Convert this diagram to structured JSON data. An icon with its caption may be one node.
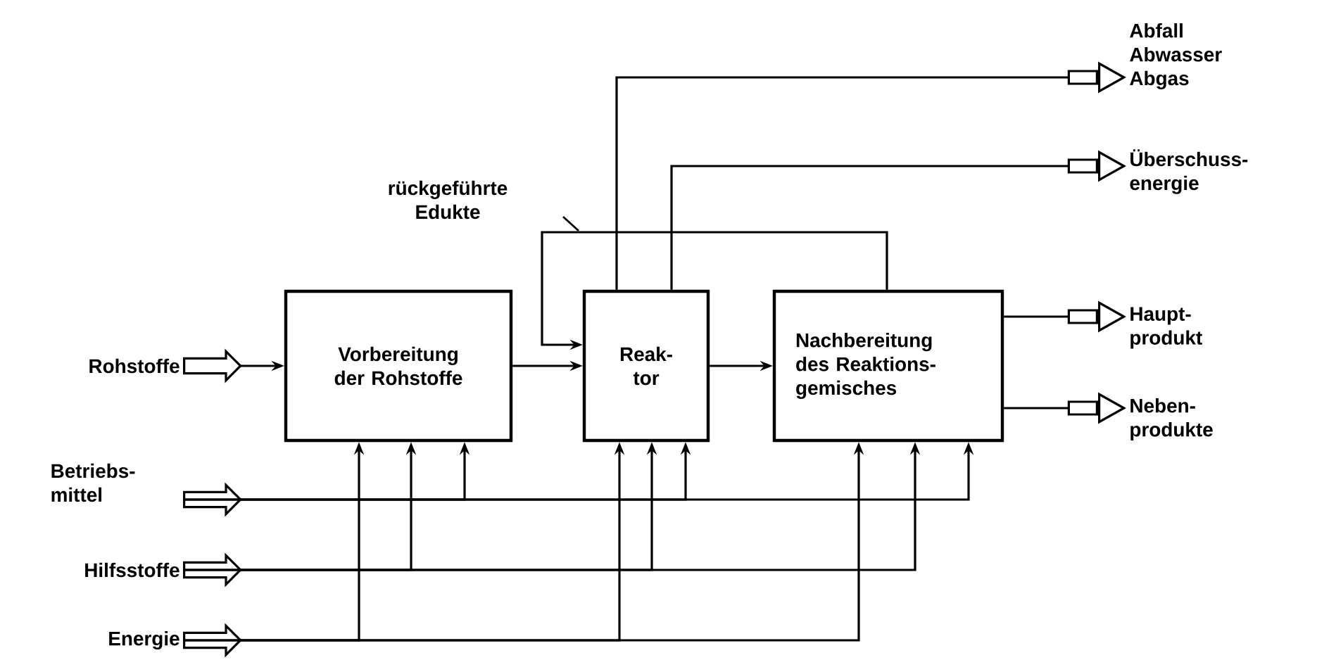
{
  "diagram": {
    "nodes": [
      {
        "text": [
          "Rohstoffe"
        ]
      },
      {
        "text": [
          "Betriebs- mittel"
        ]
      },
      {
        "text": [
          "Hilfsstoffe"
        ]
      },
      {
        "text": [
          "Energie"
        ]
      },
      {
        "text": [
          "Vorbereitung der Rohstoffe"
        ]
      },
      {
        "text": [
          "Reak- tor"
        ]
      },
      {
        "text": [
          "Nachbereitung des Reaktions- gemisches"
        ]
      },
      {
        "text": [
          "Abfall Abwasser Abgas"
        ]
      },
      {
        "text": [
          "Überschuss- energie"
        ]
      },
      {
        "text": [
          "Haupt- produkt"
        ]
      },
      {
        "text": [
          "Neben- produkte"
        ]
      }
    ],
    "edges": [
      {
        "from": 0,
        "to": 4,
        "arrow": "to"
      },
      {
        "from": 1,
        "to": 4,
        "arrow": "to"
      },
      {
        "from": 1,
        "to": 5,
        "arrow": "to"
      },
      {
        "from": 1,
        "to": 6,
        "arrow": "to"
      },
      {
        "from": 2,
        "to": 4,
        "arrow": "to"
      },
      {
        "from": 2,
        "to": 5,
        "arrow": "to"
      },
      {
        "from": 2,
        "to": 6,
        "arrow": "to"
      },
      {
        "from": 3,
        "to": 4,
        "arrow": "to"
      },
      {
        "from": 3,
        "to": 5,
        "arrow": "to"
      },
      {
        "from": 3,
        "to": 6,
        "arrow": "to"
      },
      {
        "from": 4,
        "to": 5,
        "arrow": "to"
      },
      {
        "from": 5,
        "to": 6,
        "arrow": "to"
      },
      {
        "from": 5,
        "to": 7,
        "arrow": "to"
      },
      {
        "from": 5,
        "to": 8,
        "arrow": "to"
      },
      {
        "from": 6,
        "to": 5,
        "arrow": "to",
        "label": "rückgeführte Edukte"
      },
      {
        "from": 6,
        "to": 9,
        "arrow": "to"
      },
      {
        "from": 6,
        "to": 10,
        "arrow": "to"
      }
    ]
  }
}
